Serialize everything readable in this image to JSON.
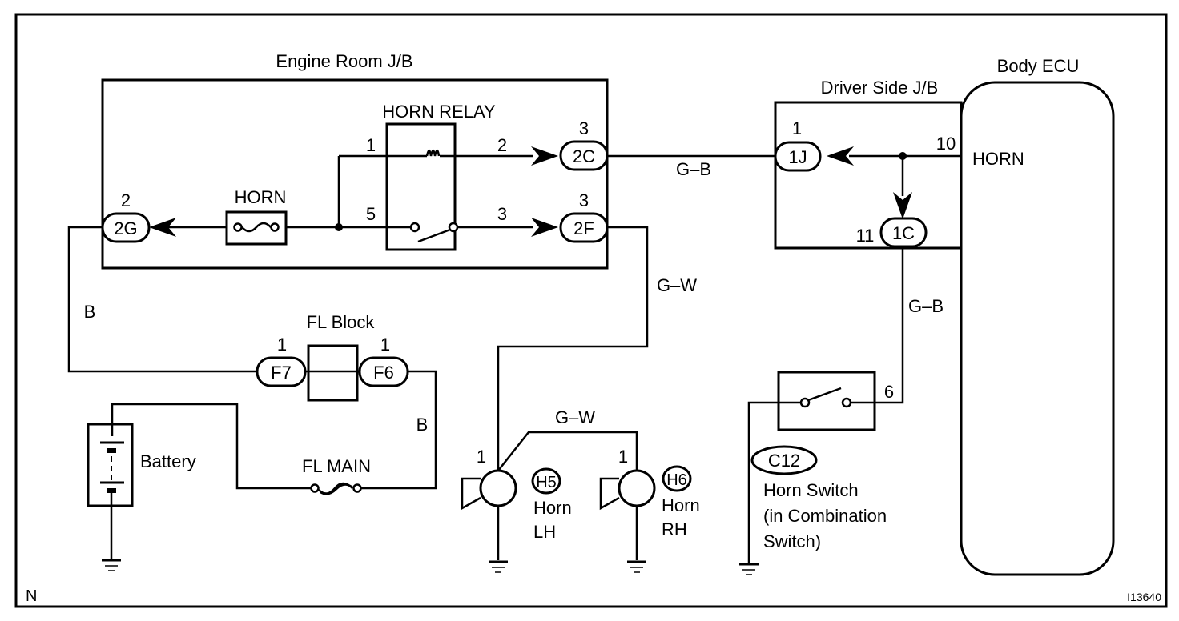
{
  "engine_room_jb": {
    "title": "Engine Room J/B",
    "horn_fuse": "HORN",
    "horn_relay": {
      "title": "HORN RELAY",
      "pin_1": "1",
      "pin_2": "2",
      "pin_5": "5",
      "pin_3": "3"
    },
    "connectors": {
      "c2G": {
        "id": "2G",
        "pin": "2"
      },
      "c2C": {
        "id": "2C",
        "pin": "3"
      },
      "c2F": {
        "id": "2F",
        "pin": "3"
      }
    }
  },
  "driver_side_jb": {
    "title": "Driver Side J/B",
    "c1J": {
      "id": "1J",
      "pin": "1"
    },
    "c1C": {
      "id": "1C",
      "pin": "11"
    }
  },
  "body_ecu": {
    "title": "Body ECU",
    "terminal": "HORN",
    "pin": "10"
  },
  "fl_block": {
    "title": "FL Block",
    "f7": {
      "id": "F7",
      "pin": "1"
    },
    "f6": {
      "id": "F6",
      "pin": "1"
    }
  },
  "battery": {
    "label": "Battery"
  },
  "fl_main": {
    "label": "FL MAIN"
  },
  "wire_colors": {
    "w1": "G–B",
    "w2": "G–W",
    "w3": "B",
    "w4": "B",
    "w5": "G–W",
    "w6": "G–B"
  },
  "horn_lh": {
    "connector": "H5",
    "pin": "1",
    "line1": "Horn",
    "line2": "LH"
  },
  "horn_rh": {
    "connector": "H6",
    "pin": "1",
    "line1": "Horn",
    "line2": "RH"
  },
  "horn_switch": {
    "connector": "C12",
    "pin": "6",
    "line1": "Horn Switch",
    "line2": "(in Combination",
    "line3": "Switch)"
  },
  "footer": {
    "left_mark": "N",
    "figure_id": "I13640"
  }
}
